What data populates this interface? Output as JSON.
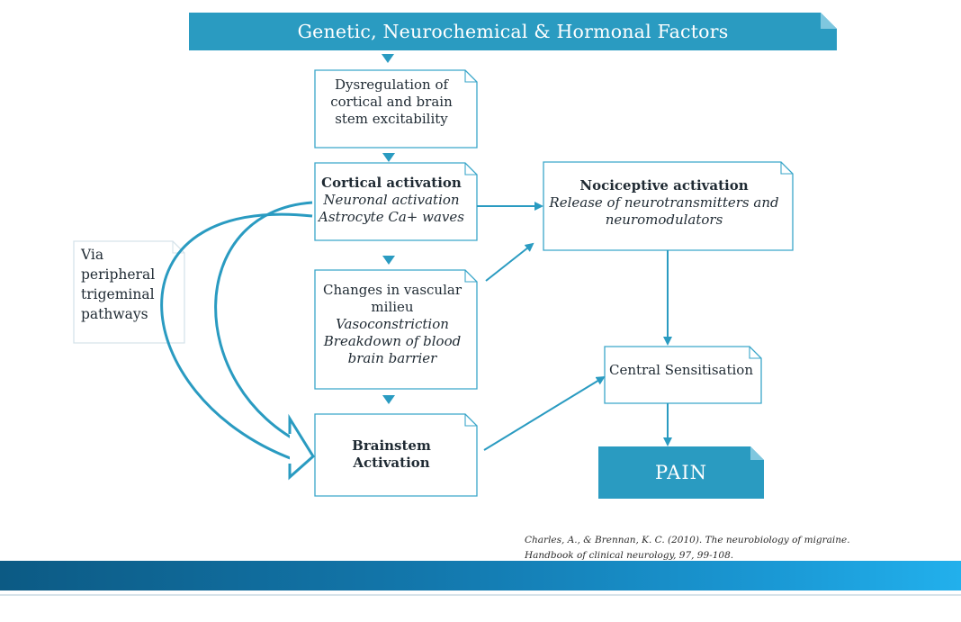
{
  "header": {
    "title": "Genetic, Neurochemical & Hormonal Factors"
  },
  "boxes": {
    "dysregulation": {
      "line1": "Dysregulation of",
      "line2": "cortical and brain",
      "line3": "stem excitability"
    },
    "cortical": {
      "title": "Cortical activation",
      "line1": "Neuronal activation",
      "line2": "Astrocyte Ca+ waves"
    },
    "vascular": {
      "line1": "Changes in vascular",
      "line2": "milieu",
      "line3": "Vasoconstriction",
      "line4": "Breakdown of blood",
      "line5": "brain barrier"
    },
    "brainstem": {
      "line1": "Brainstem",
      "line2": "Activation"
    },
    "nociceptive": {
      "title": "Nociceptive activation",
      "line1": "Release of neurotransmitters and",
      "line2": "neuromodulators"
    },
    "central": {
      "label": "Central Sensitisation"
    },
    "via": {
      "line1": "Via",
      "line2": "peripheral",
      "line3": "trigeminal",
      "line4": "pathways"
    },
    "pain": {
      "label": "PAIN"
    }
  },
  "citation": {
    "line1": "Charles, A., & Brennan, K. C. (2010). The neurobiology of migraine.",
    "line2": "Handbook of clinical neurology, 97, 99-108."
  },
  "colors": {
    "accent": "#2a9bc1",
    "box_border": "#3aa6c9",
    "text": "#1f2a33",
    "bar": "#1378ad"
  }
}
